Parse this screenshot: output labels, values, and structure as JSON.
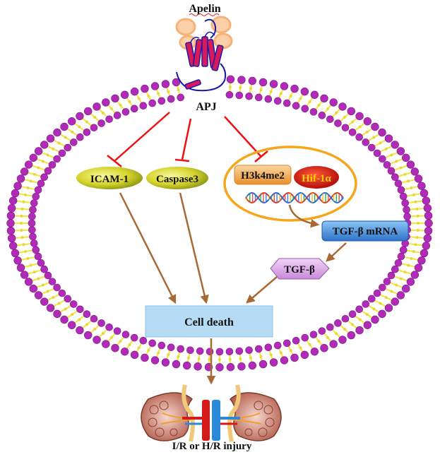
{
  "labels": {
    "apelin": "Apelin",
    "apj": "APJ",
    "icam1": "ICAM-1",
    "caspase3": "Caspase3",
    "h3k4me2": "H3k4me2",
    "hif1a": "Hif-1α",
    "tgfb_mrna": "TGF-β mRNA",
    "tgfb": "TGF-β",
    "cell_death": "Cell death",
    "injury": "I/R or H/R injury"
  },
  "colors": {
    "inhibit": "#ee1111",
    "promote": "#a86a34",
    "lipid_head": "#b12ab8",
    "lipid_tail": "#f2e64a",
    "receptor": "#d81a5a",
    "receptor_dark": "#1a1aa8",
    "cell_death_box": "#b6dcf5",
    "tgfb_mrna_box": "#4a97e0",
    "tgfb_box": "#e0a8ec",
    "hif_fill": "#cc1010",
    "hif_text": "#ffd200",
    "h3_fill": "#f5b25d",
    "dna_circle": "#f5a61c"
  },
  "icons": {
    "receptor": "apj-receptor-icon",
    "dna": "dna-helix-icon",
    "kidneys": "kidney-pair-icon",
    "apelin": "apelin-peptide-icon"
  }
}
